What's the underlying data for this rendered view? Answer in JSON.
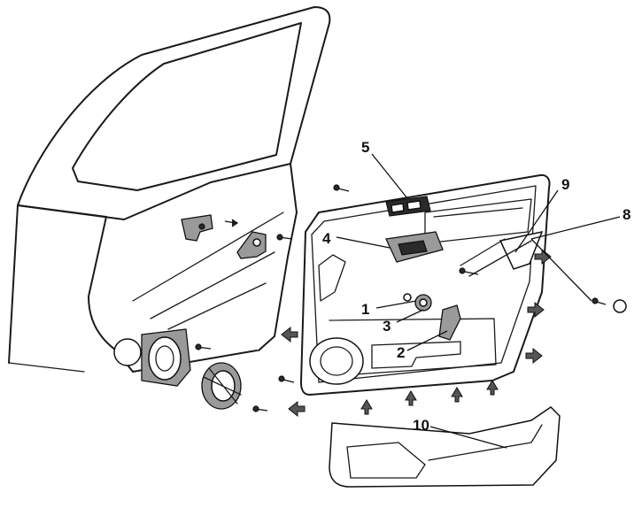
{
  "callouts": {
    "c1": "1",
    "c2": "2",
    "c3": "3",
    "c4": "4",
    "c5": "5",
    "c8": "8",
    "c9": "9",
    "c10": "10"
  },
  "colors": {
    "line": "#1a1a1a",
    "arrow_fill": "#555555",
    "background": "#ffffff"
  }
}
